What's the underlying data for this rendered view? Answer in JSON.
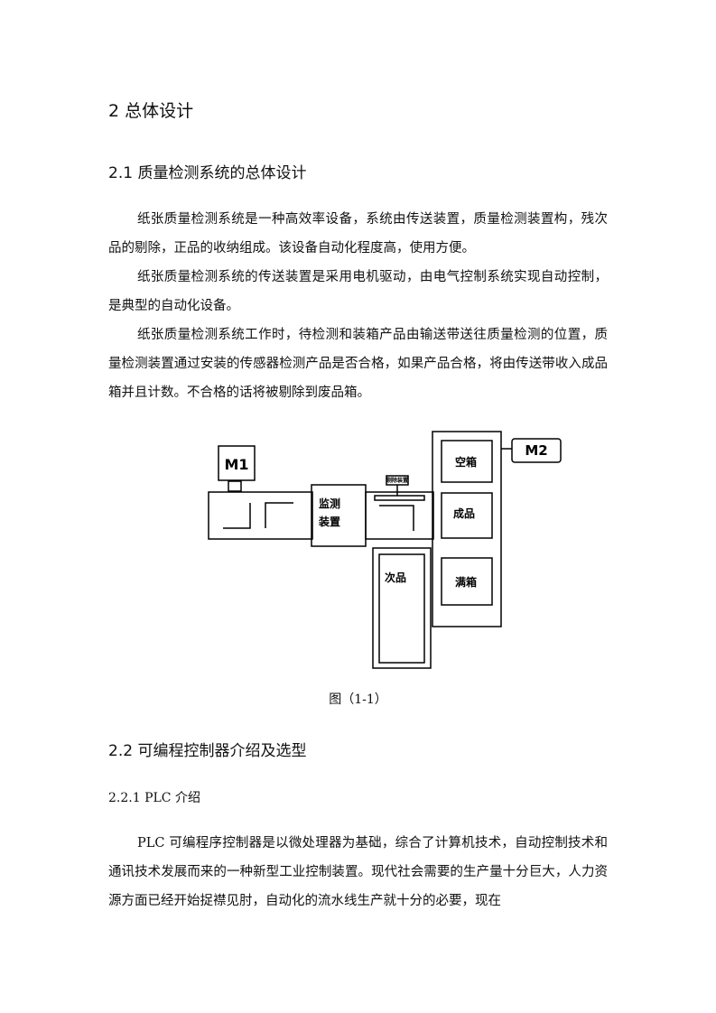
{
  "headings": {
    "h1": "2  总体设计",
    "h2_1": "2.1  质量检测系统的总体设计",
    "h2_2": "2.2  可编程控制器介绍及选型",
    "h3_1": "2.2.1 PLC 介绍"
  },
  "paragraphs": [
    "纸张质量检测系统是一种高效率设备，系统由传送装置，质量检测装置构，残次品的剔除，正品的收纳组成。该设备自动化程度高，使用方便。",
    "纸张质量检测系统的传送装置是采用电机驱动，由电气控制系统实现自动控制，是典型的自动化设备。",
    "纸张质量检测系统工作时，待检测和装箱产品由输送带送往质量检测的位置，质量检测装置通过安装的传感器检测产品是否合格，如果产品合格，将由传送带收入成品箱并且计数。不合格的话将被剔除到废品箱。",
    "PLC 可编程序控制器是以微处理器为基础，综合了计算机技术，自动控制技术和通讯技术发展而来的一种新型工业控制装置。现代社会需要的生产量十分巨大，人力资源方面已经开始捉襟见肘，自动化的流水线生产就十分的必要，现在"
  ],
  "figure": {
    "caption": "图（1-1）",
    "labels": {
      "motor1": "M1",
      "motor2": "M2",
      "monitor_line1": "监测",
      "monitor_line2": "装置",
      "reject_device": "剔除装置",
      "empty_box": "空箱",
      "finished": "成品",
      "full_box": "满箱",
      "defective": "次品"
    }
  }
}
